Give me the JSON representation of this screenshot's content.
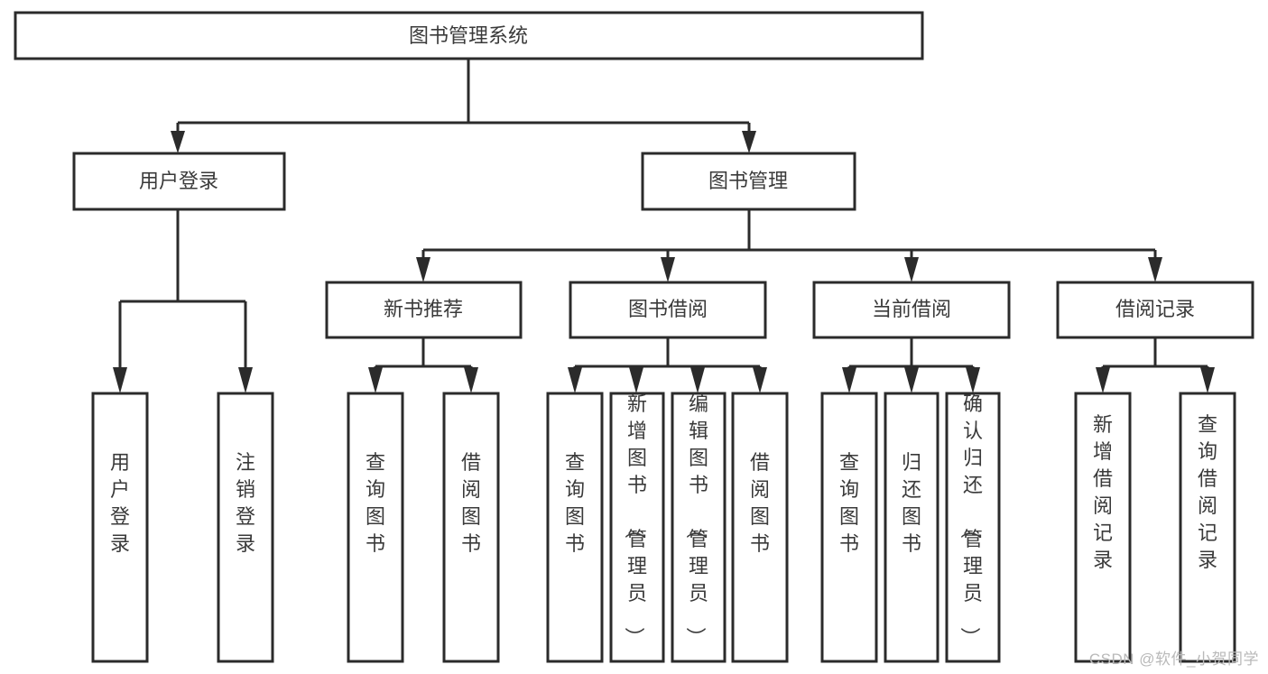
{
  "diagram": {
    "title": "图书管理系统",
    "type": "hierarchy-tree",
    "orientation": "top-down",
    "colors": {
      "stroke": "#2b2b2b",
      "fill": "#ffffff",
      "text": "#3a3a3a",
      "watermark": "#b9b9b9"
    },
    "levels": {
      "root": {
        "label": "图书管理系统"
      },
      "level2": [
        {
          "label": "用户登录"
        },
        {
          "label": "图书管理"
        }
      ],
      "level3": [
        {
          "label": "新书推荐"
        },
        {
          "label": "图书借阅"
        },
        {
          "label": "当前借阅"
        },
        {
          "label": "借阅记录"
        }
      ],
      "leaves": {
        "user_login": [
          {
            "label": "用户登录"
          },
          {
            "label": "注销登录"
          }
        ],
        "new_book_recommend": [
          {
            "label": "查询图书"
          },
          {
            "label": "借阅图书"
          }
        ],
        "book_borrow": [
          {
            "label": "查询图书"
          },
          {
            "label": "新增图书（管理员）"
          },
          {
            "label": "编辑图书（管理员）"
          },
          {
            "label": "借阅图书"
          }
        ],
        "current_borrow": [
          {
            "label": "查询图书"
          },
          {
            "label": "归还图书"
          },
          {
            "label": "确认归还（管理员）"
          }
        ],
        "borrow_record": [
          {
            "label": "新增借阅记录"
          },
          {
            "label": "查询借阅记录"
          }
        ]
      }
    }
  },
  "watermark": {
    "text": "CSDN @软件_小贺同学"
  }
}
